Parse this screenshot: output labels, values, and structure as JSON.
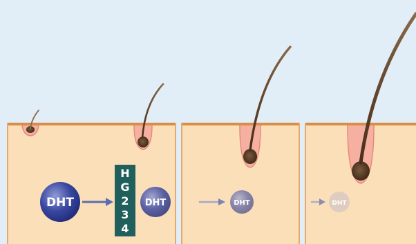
{
  "molecule": {
    "label": "DHT"
  },
  "inhibitor": {
    "letters": [
      "H",
      "G",
      "2",
      "3",
      "4"
    ]
  },
  "colors": {
    "background": "#e1eef8",
    "skin": "#fbdfb8",
    "skin_edge": "#d98d45",
    "follicle": "#f6b0a2",
    "hair": "#5a3b22",
    "dht_blue": "#2e3a8f",
    "inhibitor_box": "#1f5f5c",
    "arrow": "#5a6cb3"
  },
  "panels": [
    {
      "stage": 1,
      "dht_opacity": 1.0,
      "hair_length_relative": 0.15
    },
    {
      "stage": 2,
      "dht_opacity": 0.65,
      "hair_length_relative": 0.6
    },
    {
      "stage": 3,
      "dht_opacity": 0.28,
      "hair_length_relative": 1.0
    }
  ]
}
